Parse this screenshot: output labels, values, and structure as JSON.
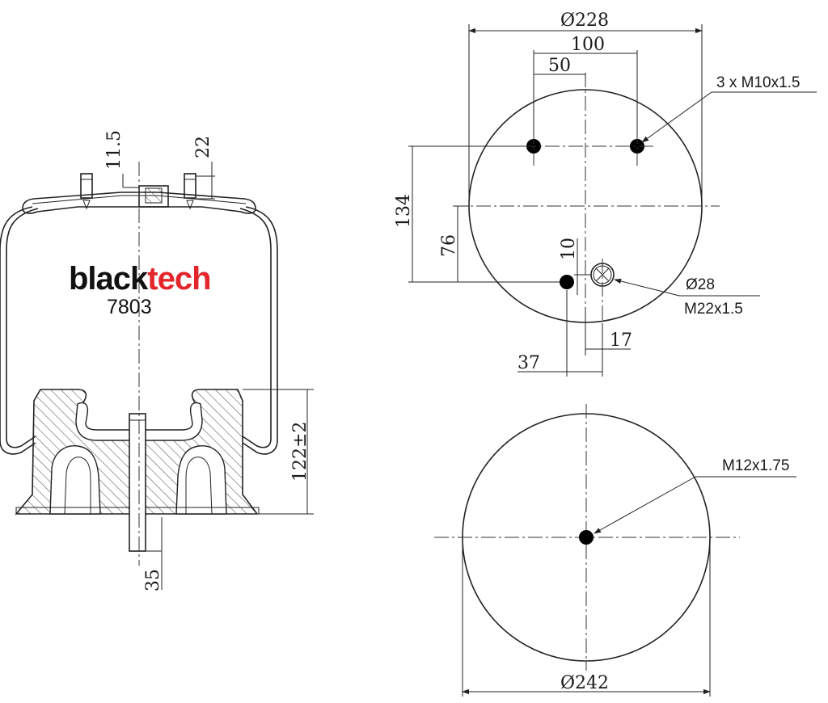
{
  "brand": {
    "part1": "black",
    "part2": "tech",
    "color1": "#111111",
    "color2": "#e3262b"
  },
  "model": "7803",
  "dimensions": {
    "side_top_left": "11.5",
    "side_top_right": "22",
    "side_height": "122±2",
    "side_stud": "35",
    "top_diameter": "Ø228",
    "top_spacing": "100",
    "top_half": "50",
    "top_134": "134",
    "top_76": "76",
    "top_10": "10",
    "top_17": "17",
    "top_37": "37",
    "bottom_diameter": "Ø242"
  },
  "notes": {
    "studs": "3 x M10x1.5",
    "port_dia": "Ø28",
    "port_thread": "M22x1.5",
    "bottom_thread": "M12x1.75"
  },
  "colors": {
    "line": "#222222",
    "hole": "#000000"
  }
}
